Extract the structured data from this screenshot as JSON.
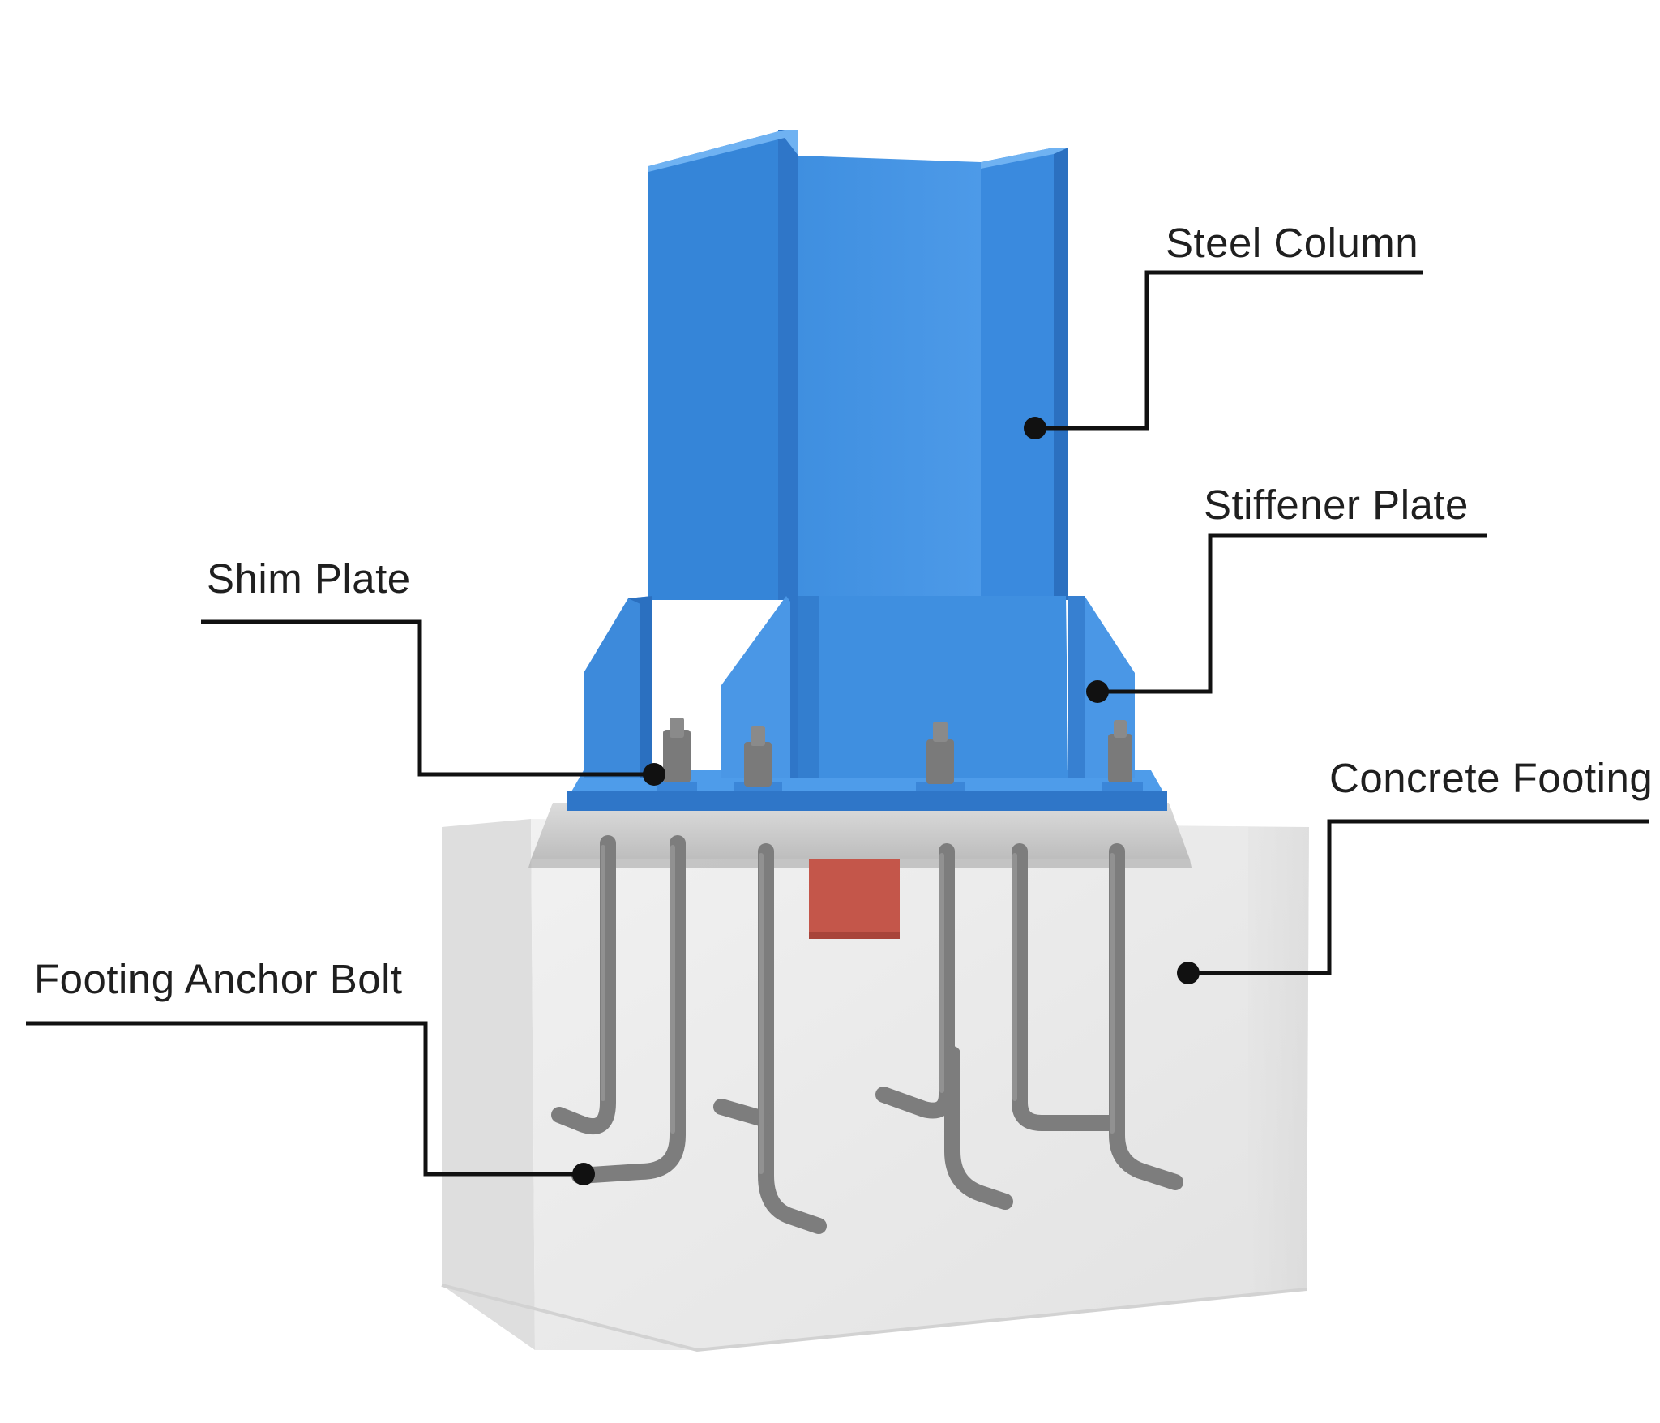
{
  "callouts": {
    "steel_column": "Steel Column",
    "stiffener_plate": "Stiffener  Plate",
    "shim_plate": "Shim Plate",
    "concrete_footing": "Concrete Footing",
    "footing_anchor_bolt": "Footing Anchor Bolt"
  },
  "colors": {
    "steel_blue": "#3f8fe0",
    "steel_blue_dark": "#2f76c8",
    "steel_blue_light": "#5aa5ee",
    "concrete": "#ebebeb",
    "grout": "#cfcfcf",
    "anchor_bolt": "#7d7d7d",
    "shear_key": "#c4564a",
    "leader_line": "#111111"
  }
}
